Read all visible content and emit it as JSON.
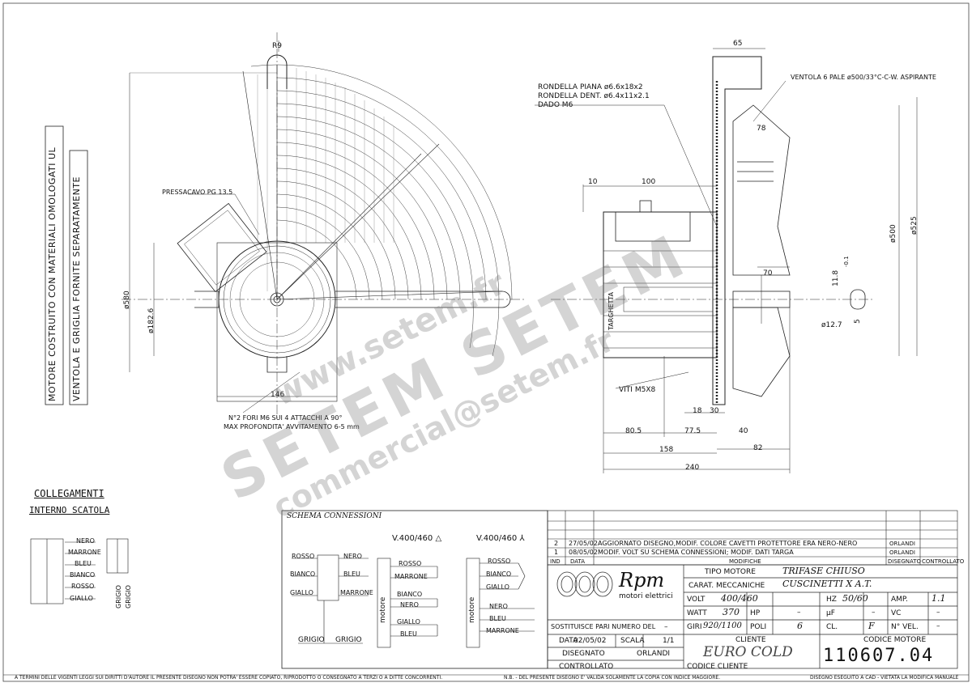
{
  "side_notes": {
    "note1": "MOTORE COSTRUITO CON MATERIALI OMOLOGATI UL",
    "note2": "VENTOLA E GRIGLIA FORNITE SEPARATAMENTE"
  },
  "front_view": {
    "r9": "R9",
    "pressacavo": "PRESSACAVO PG 13.5",
    "d580": "ø580",
    "d182": "ø182.6",
    "dim146": "146",
    "fori1": "N°2 FORI M6 SUI 4 ATTACCHI A 90°",
    "fori2": "MAX PROFONDITA' AVVITAMENTO 6-5 mm"
  },
  "side_view": {
    "d65": "65",
    "rondella1": "RONDELLA PIANA ø6.6x18x2",
    "rondella2": "RONDELLA DENT. ø6.4x11x2.1",
    "dado": "DADO M6",
    "ventola": "VENTOLA 6 PALE ø500/33°C-C-W. ASPIRANTE",
    "d78": "78",
    "d10": "10",
    "d100": "100",
    "d500": "ø500",
    "d525": "ø525",
    "targa": "TARGHETTA",
    "d70": "70",
    "d118": "11.8",
    "tol": "-0.1",
    "d127": "ø12.7",
    "d5": "5",
    "viti": "VITI M5X8",
    "d18": "18",
    "d30": "30",
    "d805": "80.5",
    "d775": "77.5",
    "d40": "40",
    "d158": "158",
    "d82": "82",
    "d240": "240"
  },
  "collegamenti": {
    "title1": "COLLEGAMENTI",
    "title2": "INTERNO SCATOLA",
    "wires": [
      "NERO",
      "MARRONE",
      "BLEU",
      "BIANCO",
      "ROSSO",
      "GIALLO"
    ],
    "grigio": "GRIGIO"
  },
  "schema": {
    "title": "SCHEMA CONNESSIONI",
    "left": [
      "ROSSO",
      "BIANCO",
      "GIALLO"
    ],
    "right": [
      "NERO",
      "BLEU",
      "MARRONE"
    ],
    "grigio": "GRIGIO",
    "delta_title": "V.400/460 △",
    "delta_wires": [
      "ROSSO",
      "MARRONE",
      "BIANCO",
      "NERO",
      "GIALLO",
      "BLEU"
    ],
    "star_title": "V.400/460 ⅄",
    "star_wires": [
      "ROSSO",
      "BIANCO",
      "GIALLO",
      "NERO",
      "BLEU",
      "MARRONE"
    ],
    "motore": "motore"
  },
  "revisions": {
    "rows": [
      {
        "ind": "2",
        "data": "27/05/02",
        "modifiche": "AGGIORNATO DISEGNO,MODIF. COLORE CAVETTI PROTETTORE ERA NERO-NERO",
        "disegnato": "ORLANDI",
        "controllato": ""
      },
      {
        "ind": "1",
        "data": "08/05/02",
        "modifiche": "MODIF. VOLT SU SCHEMA CONNESSIONI; MODIF. DATI TARGA",
        "disegnato": "ORLANDI",
        "controllato": ""
      }
    ],
    "headers": [
      "IND",
      "DATA",
      "MODIFICHE",
      "DISEGNATO",
      "CONTROLLATO"
    ]
  },
  "title_block": {
    "logo": "Rpm",
    "logo_sub": "motori elettrici",
    "tipo_label": "TIPO MOTORE",
    "tipo": "TRIFASE CHIUSO",
    "carat_label": "CARAT. MECCANICHE",
    "carat": "CUSCINETTI X A.T.",
    "volt_label": "VOLT",
    "volt": "400/460",
    "hz_label": "HZ",
    "hz": "50/60",
    "amp_label": "AMP.",
    "amp": "1.1",
    "watt_label": "WATT",
    "watt": "370",
    "hp_label": "HP",
    "hp": "–",
    "uf_label": "µF",
    "uf": "–",
    "vc_label": "VC",
    "vc": "–",
    "giri_label": "GIRI",
    "giri": "920/1100",
    "poli_label": "POLI",
    "poli": "6",
    "cl_label": "CL.",
    "cl": "F",
    "nvel_label": "N° VEL.",
    "nvel": "–",
    "sost_label": "SOSTITUISCE PARI NUMERO DEL",
    "sost": "–",
    "data_label": "DATA",
    "data": "02/05/02",
    "scala_label": "SCALA",
    "scala": "1/1",
    "disegnato_label": "DISEGNATO",
    "disegnato": "ORLANDI",
    "controllato_label": "CONTROLLATO",
    "cliente_label": "CLIENTE",
    "cliente": "EURO COLD",
    "codcliente_label": "CODICE CLIENTE",
    "codmotore_label": "CODICE MOTORE",
    "codmotore": "110607.04"
  },
  "footer": {
    "left": "A TERMINI DELLE VIGENTI LEGGI SUI DIRITTI D'AUTORE IL PRESENTE DISEGNO NON POTRA' ESSERE COPIATO, RIPRODOTTO O CONSEGNATO A TERZI O A DITTE CONCORRENTI.",
    "mid": "N.B. - DEL PRESENTE DISEGNO E' VALIDA SOLAMENTE LA COPIA CON INDICE MAGGIORE.",
    "right": "DISEGNO ESEGUITO A CAD - VIETATA LA MODIFICA MANUALE"
  },
  "watermark": {
    "w1": "www.setem.fr",
    "w2": "SETEM SETEM",
    "w3": "commercial@setem.fr"
  }
}
